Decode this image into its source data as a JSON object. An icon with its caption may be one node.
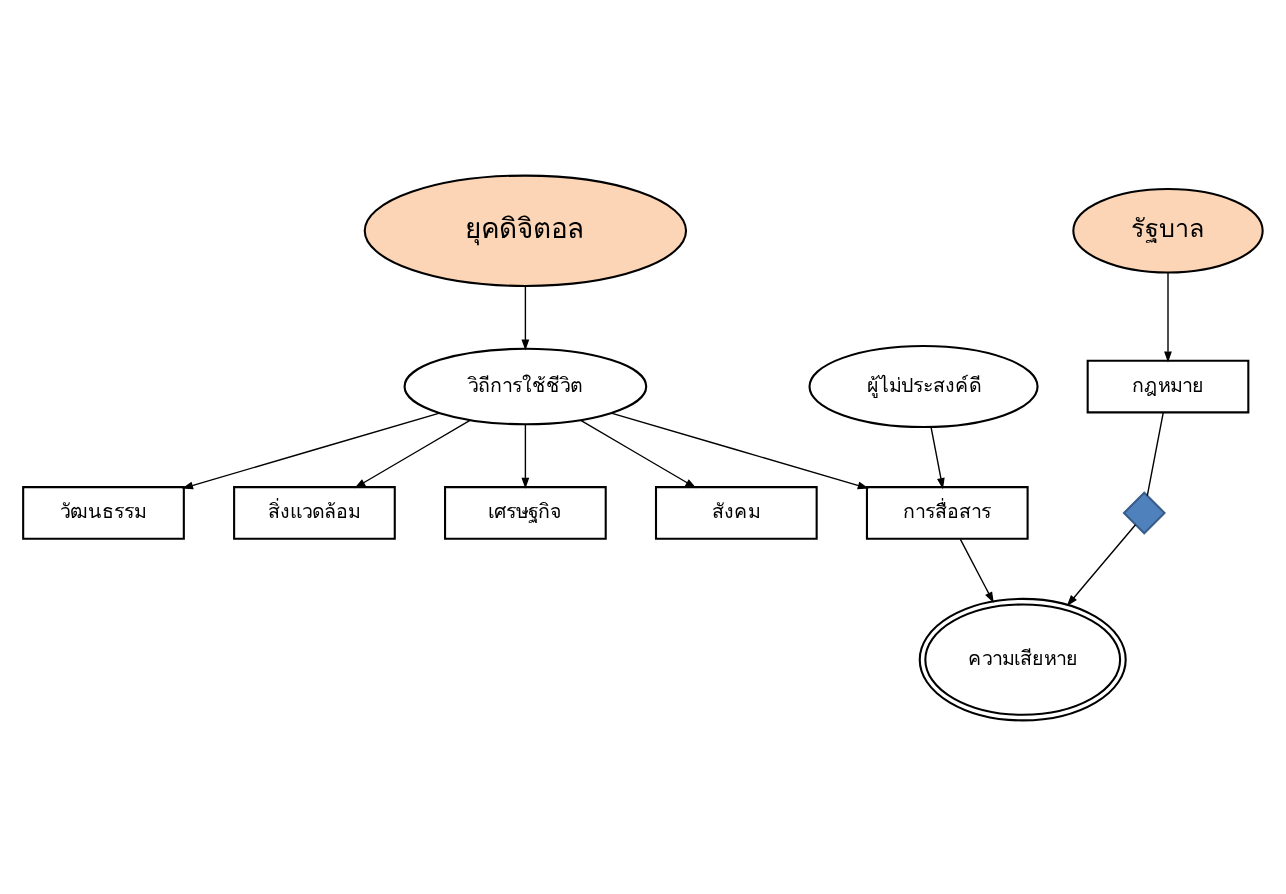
{
  "diagram": {
    "nodes": [
      {
        "text": [
          "ยุคดิจิตอล"
        ]
      },
      {
        "text": [
          "ผู้ไม่ประสงค์ดี"
        ]
      },
      {
        "text": [
          "การสื่อสาร"
        ]
      },
      {
        "text": [
          "ความเสียหาย"
        ]
      },
      {
        "text": [
          "วิถีการใช้ชีวิต"
        ]
      },
      {
        "text": [
          "วัฒนธรรม"
        ]
      },
      {
        "text": [
          "สิ่งแวดล้อม"
        ]
      },
      {
        "text": [
          "เศรษฐกิจ"
        ]
      },
      {
        "text": [
          "สังคม"
        ]
      },
      {
        "text": [],
        "shape": "cross"
      },
      {
        "text": [
          "กฎหมาย"
        ]
      },
      {
        "text": [
          "รัฐบาล"
        ]
      }
    ],
    "edges": [
      {
        "from": 0,
        "to": 4,
        "arrow": "to"
      },
      {
        "from": 1,
        "to": 2,
        "arrow": "to"
      },
      {
        "from": 4,
        "to": 2,
        "arrow": "to"
      },
      {
        "from": 2,
        "to": 3,
        "arrow": "to"
      },
      {
        "from": 4,
        "to": 5,
        "arrow": "to"
      },
      {
        "from": 4,
        "to": 6,
        "arrow": "to"
      },
      {
        "from": 4,
        "to": 8,
        "arrow": "to"
      },
      {
        "from": 4,
        "to": 7,
        "arrow": "to"
      },
      {
        "from": 9,
        "to": 3,
        "arrow": "to"
      },
      {
        "from": 10,
        "to": 9,
        "arrow": "none"
      },
      {
        "from": 11,
        "to": 10,
        "arrow": "to"
      }
    ]
  }
}
